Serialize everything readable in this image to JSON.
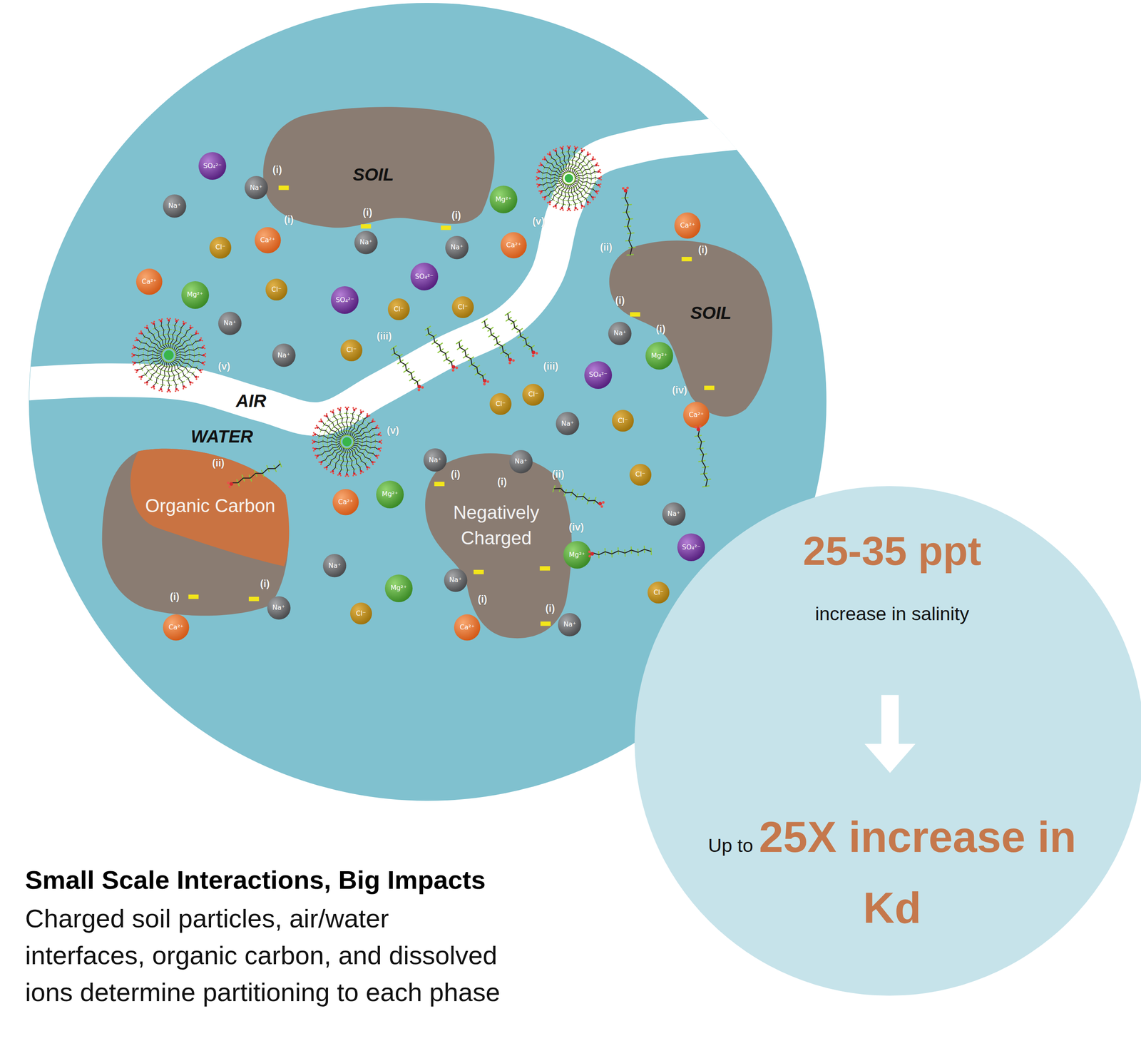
{
  "diagram": {
    "title": "Small Scale Interactions, Big Impacts",
    "caption": "Charged soil particles, air/water interfaces, organic carbon, and dissolved ions determine partitioning to each phase",
    "nodes": [
      {
        "text": [
          "WATER"
        ]
      },
      {
        "text": [
          "SOIL"
        ],
        "in": 0
      },
      {
        "text": [
          "SOIL"
        ],
        "in": 0
      },
      {
        "text": [
          "AIR"
        ],
        "in": 0
      },
      {
        "text": [
          "Organic Carbon"
        ],
        "in": 0
      },
      {
        "text": [
          "Negatively Charged"
        ],
        "in": 0
      },
      {
        "text": [
          "SO₄²⁻"
        ],
        "in": 0
      },
      {
        "text": [
          "Na⁺"
        ],
        "in": 0
      },
      {
        "text": [
          "Na⁺"
        ],
        "in": 0
      },
      {
        "text": [
          "Mg²⁺"
        ],
        "in": 0
      },
      {
        "text": [
          "Ca²⁺"
        ],
        "in": 0
      },
      {
        "text": [
          "Cl⁻"
        ],
        "in": 0
      },
      {
        "text": [
          "Ca²⁺"
        ],
        "in": 0
      },
      {
        "text": [
          "Na⁺"
        ],
        "in": 0
      },
      {
        "text": [
          "Na⁺"
        ],
        "in": 0
      },
      {
        "text": [
          "Ca²⁺"
        ],
        "in": 0
      },
      {
        "text": [
          "Ca²⁺"
        ],
        "in": 0
      },
      {
        "text": [
          "Mg²⁺"
        ],
        "in": 0
      },
      {
        "text": [
          "Cl⁻"
        ],
        "in": 0
      },
      {
        "text": [
          "SO₄²⁻"
        ],
        "in": 0
      },
      {
        "text": [
          "SO₄²⁻"
        ],
        "in": 0
      },
      {
        "text": [
          "Cl⁻"
        ],
        "in": 0
      },
      {
        "text": [
          "Cl⁻"
        ],
        "in": 0
      },
      {
        "text": [
          "Na⁺"
        ],
        "in": 0
      },
      {
        "text": [
          "Na⁺"
        ],
        "in": 0
      },
      {
        "text": [
          "Mg²⁺"
        ],
        "in": 0
      },
      {
        "text": [
          "Na⁺"
        ],
        "in": 0
      },
      {
        "text": [
          "Cl⁻"
        ],
        "in": 0
      },
      {
        "text": [
          "SO₄²⁻"
        ],
        "in": 0
      },
      {
        "text": [
          "Cl⁻"
        ],
        "in": 0
      },
      {
        "text": [
          "Cl⁻"
        ],
        "in": 0
      },
      {
        "text": [
          "Ca²⁺"
        ],
        "in": 0
      },
      {
        "text": [
          "Na⁺"
        ],
        "in": 0
      },
      {
        "text": [
          "Cl⁻"
        ],
        "in": 0
      },
      {
        "text": [
          "Na⁺"
        ],
        "in": 0
      },
      {
        "text": [
          "Na⁺"
        ],
        "in": 0
      },
      {
        "text": [
          "Ca²⁺"
        ],
        "in": 0
      },
      {
        "text": [
          "Mg²⁺"
        ],
        "in": 0
      },
      {
        "text": [
          "Cl⁻"
        ],
        "in": 0
      },
      {
        "text": [
          "Na⁺"
        ],
        "in": 0
      },
      {
        "text": [
          "Mg²⁺"
        ],
        "in": 0
      },
      {
        "text": [
          "SO₄²⁻"
        ],
        "in": 0
      },
      {
        "text": [
          "Na⁺"
        ],
        "in": 0
      },
      {
        "text": [
          "Na⁺"
        ],
        "in": 0
      },
      {
        "text": [
          "Mg²⁺"
        ],
        "in": 0
      },
      {
        "text": [
          "Cl⁻"
        ],
        "in": 0
      },
      {
        "text": [
          "Cl⁻"
        ],
        "in": 0
      },
      {
        "text": [
          "Ca²⁺"
        ],
        "in": 0
      },
      {
        "text": [
          "Na⁺"
        ],
        "in": 0
      },
      {
        "text": [
          "Ca²⁺"
        ],
        "in": 0
      },
      {
        "text": [
          "Na⁺"
        ],
        "in": 0
      },
      {
        "text": [
          "25-35 ppt",
          "increase in salinity",
          "Up to",
          "25X increase in Kd"
        ]
      }
    ],
    "labels": [
      "(i)",
      "(i)",
      "(i)",
      "(i)",
      "(v)",
      "(ii)",
      "(i)",
      "(i)",
      "(i)",
      "(iii)",
      "(iii)",
      "(v)",
      "(iv)",
      "(v)",
      "(ii)",
      "(i)",
      "(ii)",
      "(i)",
      "(iv)",
      "(i)",
      "(i)",
      "(i)",
      "(i)"
    ]
  }
}
